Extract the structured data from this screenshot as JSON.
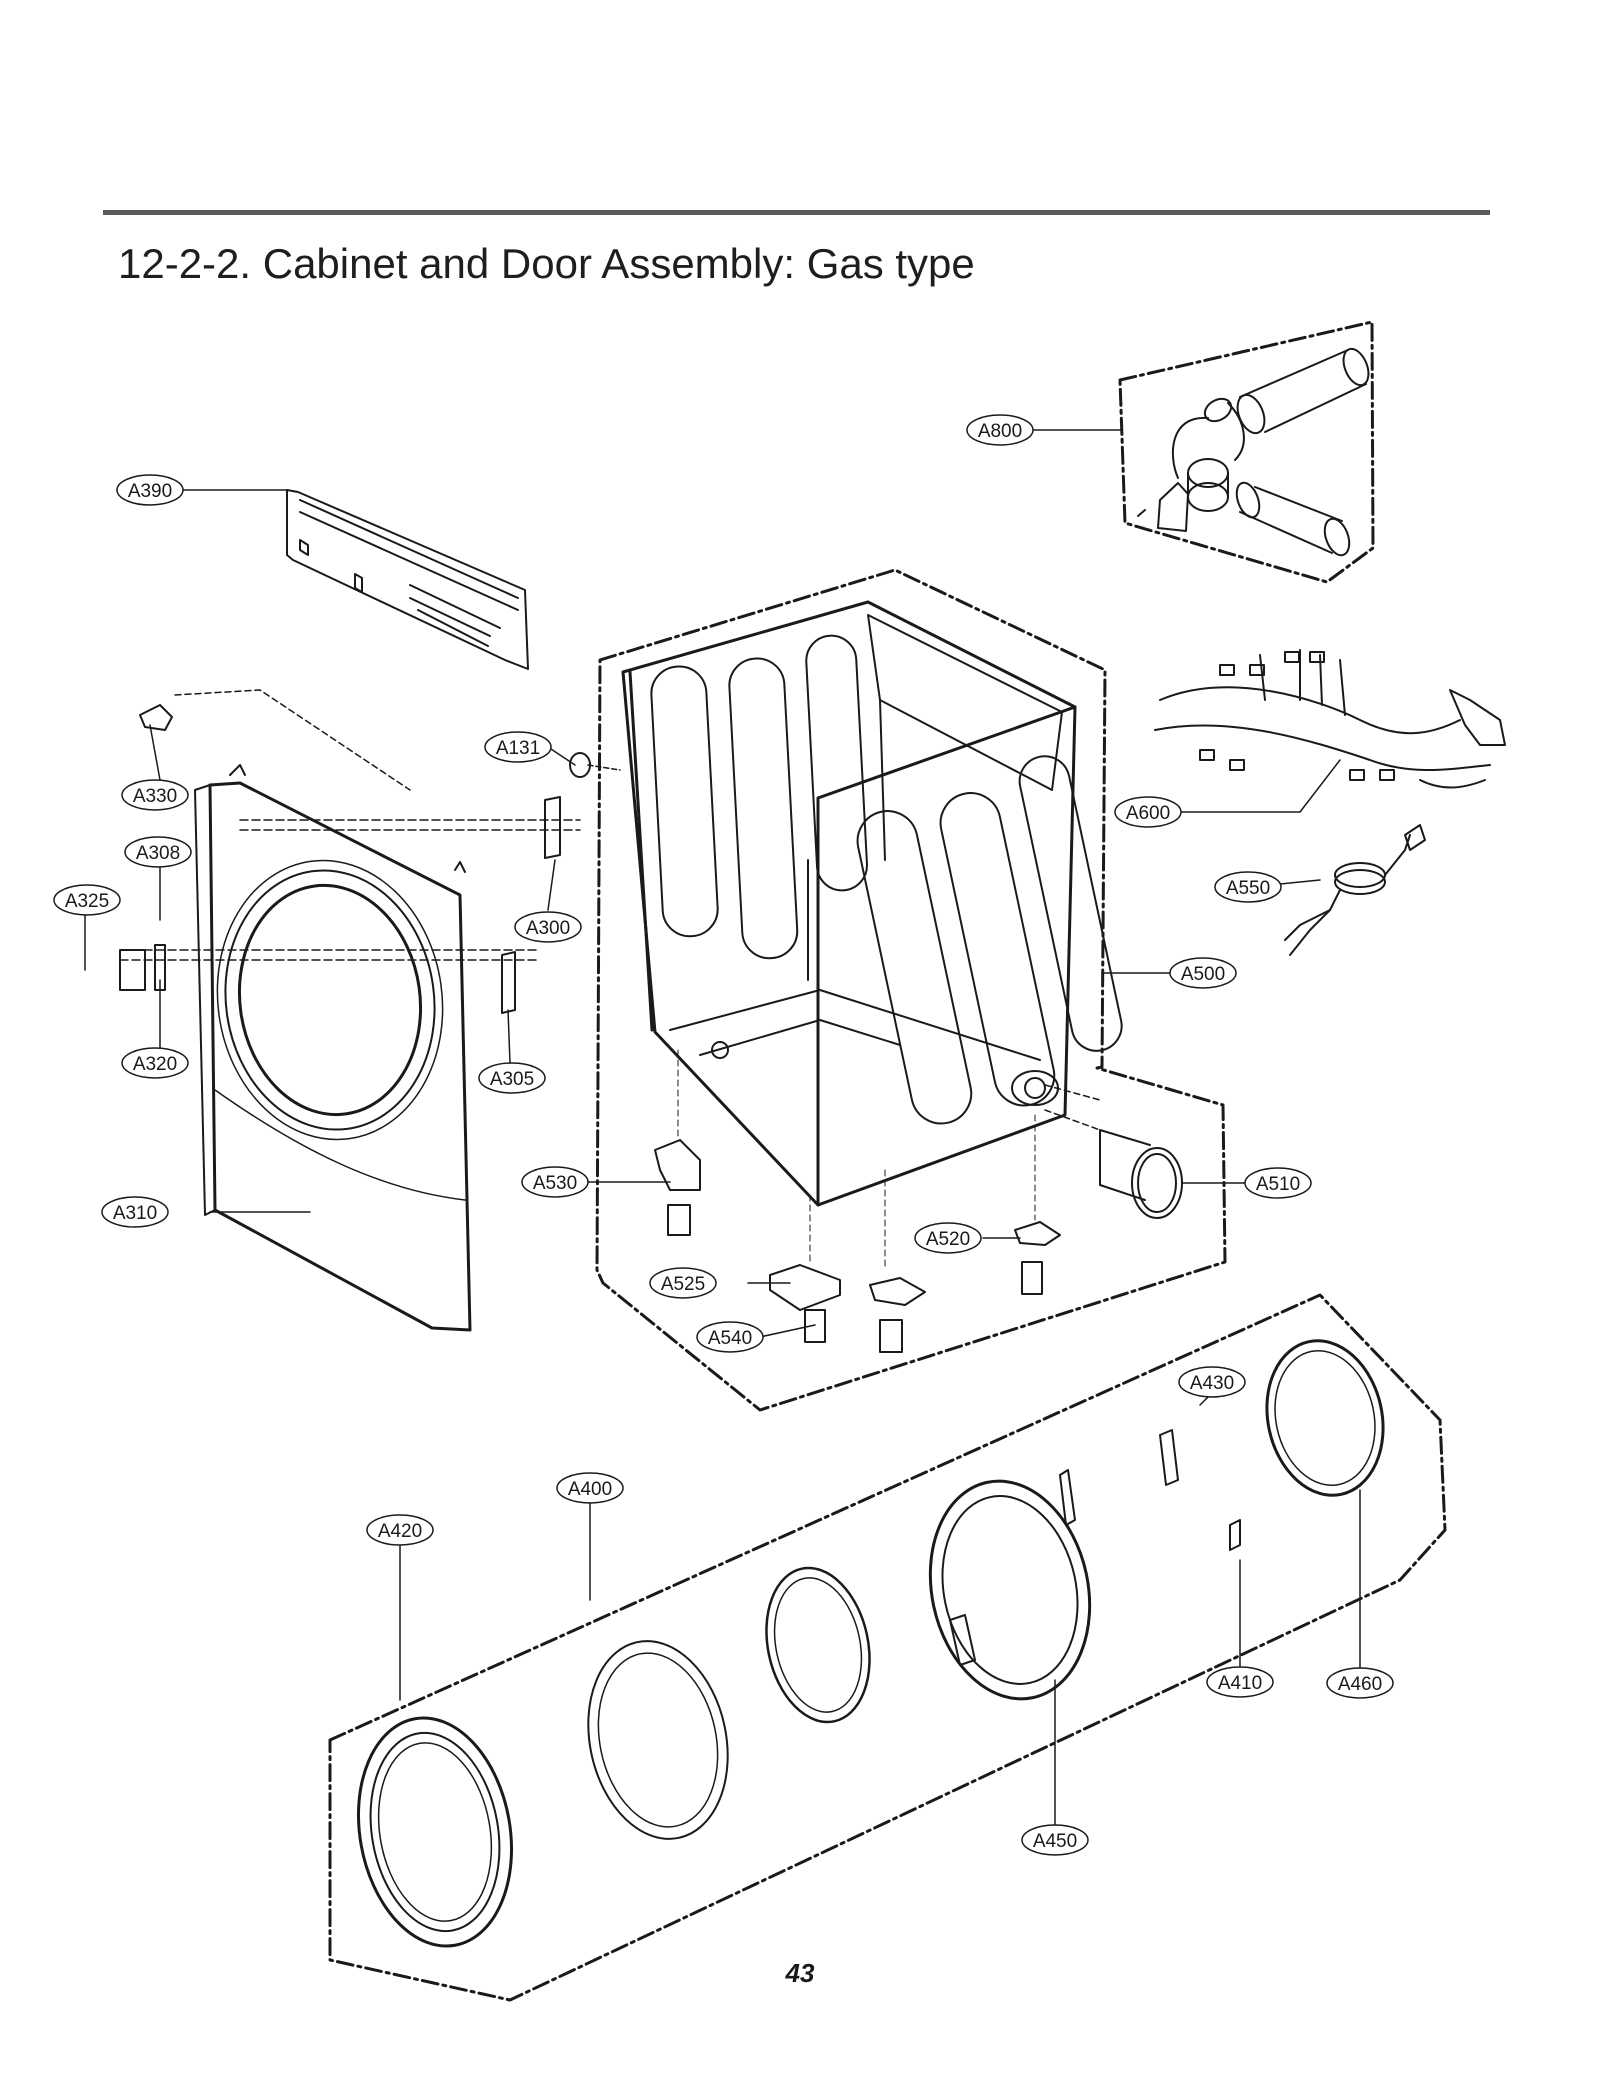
{
  "page": {
    "title": "12-2-2. Cabinet and Door Assembly: Gas type",
    "page_number": "43"
  },
  "callouts": [
    {
      "id": "A800",
      "label": "A800"
    },
    {
      "id": "A390",
      "label": "A390"
    },
    {
      "id": "A131",
      "label": "A131"
    },
    {
      "id": "A330",
      "label": "A330"
    },
    {
      "id": "A600",
      "label": "A600"
    },
    {
      "id": "A308",
      "label": "A308"
    },
    {
      "id": "A325",
      "label": "A325"
    },
    {
      "id": "A550",
      "label": "A550"
    },
    {
      "id": "A300",
      "label": "A300"
    },
    {
      "id": "A500",
      "label": "A500"
    },
    {
      "id": "A320",
      "label": "A320"
    },
    {
      "id": "A305",
      "label": "A305"
    },
    {
      "id": "A530",
      "label": "A530"
    },
    {
      "id": "A510",
      "label": "A510"
    },
    {
      "id": "A310",
      "label": "A310"
    },
    {
      "id": "A520",
      "label": "A520"
    },
    {
      "id": "A525",
      "label": "A525"
    },
    {
      "id": "A540",
      "label": "A540"
    },
    {
      "id": "A430",
      "label": "A430"
    },
    {
      "id": "A400",
      "label": "A400"
    },
    {
      "id": "A420",
      "label": "A420"
    },
    {
      "id": "A410",
      "label": "A410"
    },
    {
      "id": "A460",
      "label": "A460"
    },
    {
      "id": "A450",
      "label": "A450"
    }
  ]
}
